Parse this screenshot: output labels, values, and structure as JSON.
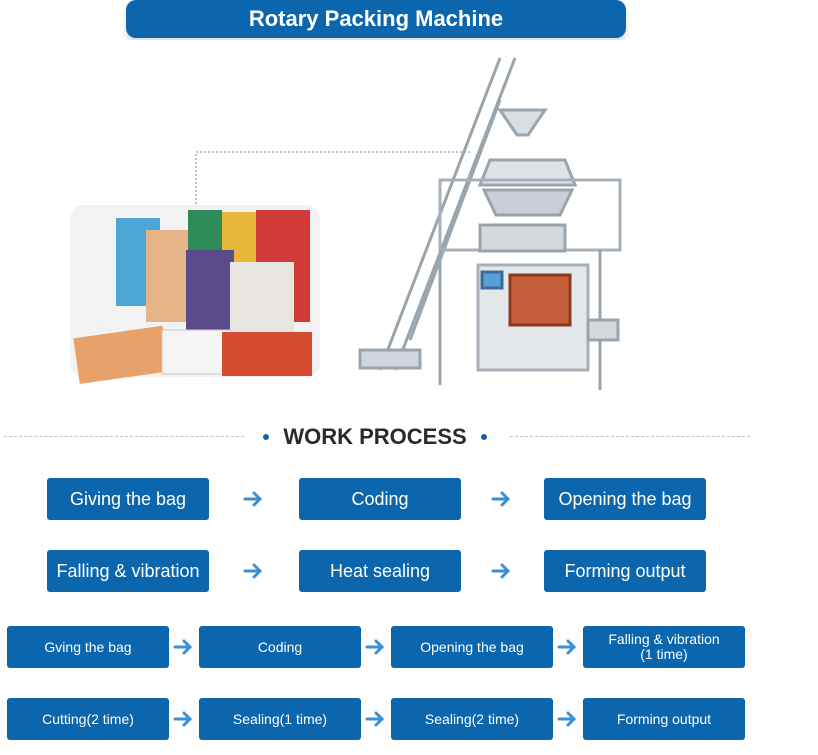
{
  "header": {
    "title": "Rotary Packing Machine"
  },
  "section": {
    "title": "WORK PROCESS"
  },
  "process_large": {
    "row1": [
      "Giving the bag",
      "Coding",
      "Opening the bag"
    ],
    "row2": [
      "Falling & vibration",
      "Heat sealing",
      "Forming output"
    ]
  },
  "process_small": {
    "row1": [
      "Gving the bag",
      "Coding",
      "Opening the bag",
      "Falling & vibration\n(1 time)"
    ],
    "row2": [
      "Cutting(2 time)",
      "Sealing(1 time)",
      "Sealing(2 time)",
      "Forming output"
    ]
  },
  "colors": {
    "accent": "#0b66ad",
    "arrow": "#3b8fd4"
  }
}
